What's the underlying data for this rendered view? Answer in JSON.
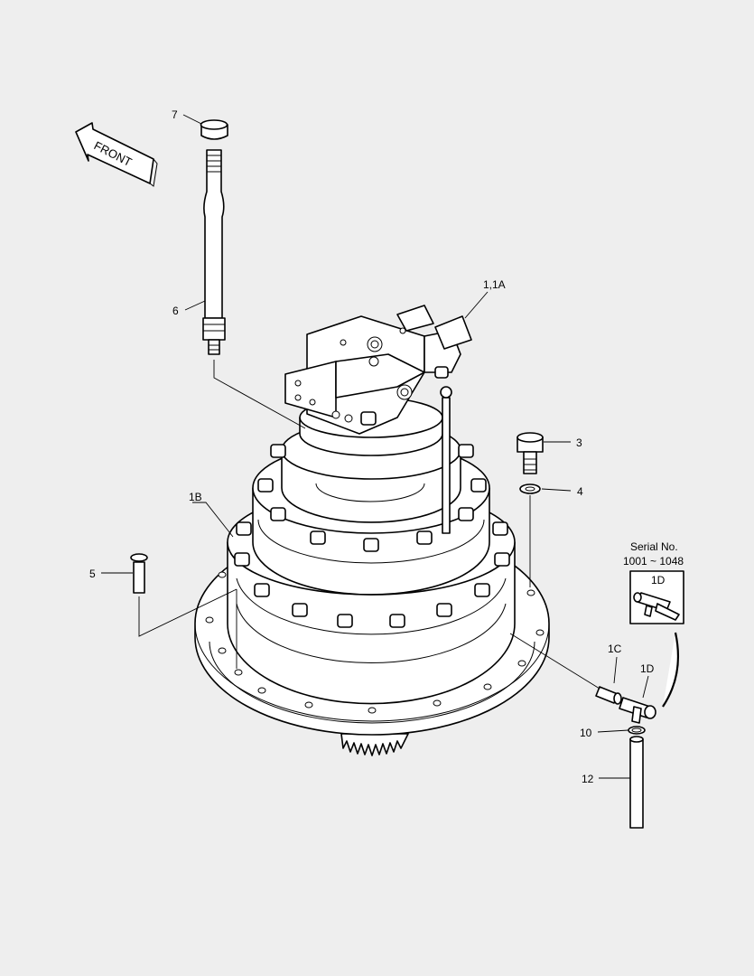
{
  "direction_label": "FRONT",
  "callouts": {
    "c7": "7",
    "c6": "6",
    "c1_1a": "1,1A",
    "c3": "3",
    "c4": "4",
    "c1b": "1B",
    "c5": "5",
    "c1c": "1C",
    "c1d": "1D",
    "c10": "10",
    "c12": "12"
  },
  "inset": {
    "title_line1": "Serial No.",
    "title_line2": "1001 ~ 1048",
    "part_label": "1D"
  }
}
